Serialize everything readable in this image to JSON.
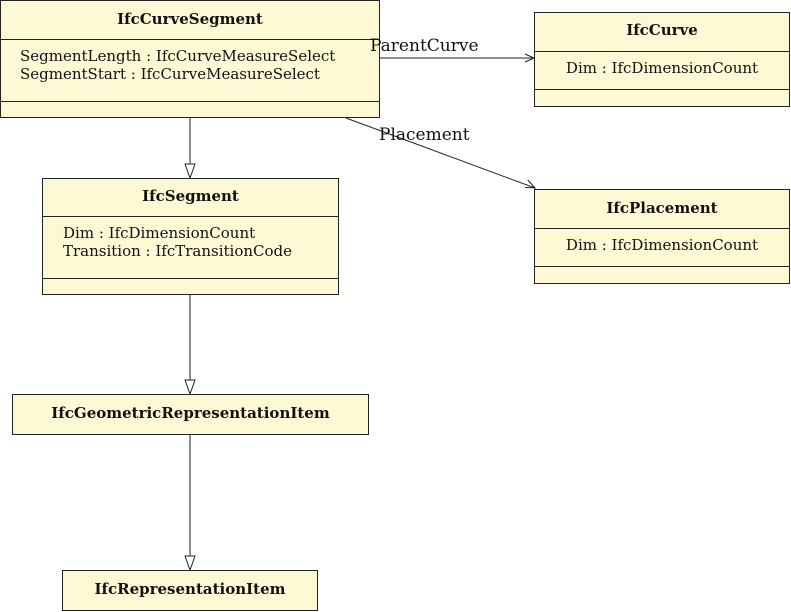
{
  "classes": {
    "curve_segment": {
      "name": "IfcCurveSegment",
      "attributes": [
        "SegmentLength : IfcCurveMeasureSelect",
        "SegmentStart : IfcCurveMeasureSelect"
      ]
    },
    "curve": {
      "name": "IfcCurve",
      "attributes": [
        "Dim : IfcDimensionCount"
      ]
    },
    "segment": {
      "name": "IfcSegment",
      "attributes": [
        "Dim : IfcDimensionCount",
        "Transition : IfcTransitionCode"
      ]
    },
    "placement": {
      "name": "IfcPlacement",
      "attributes": [
        "Dim : IfcDimensionCount"
      ]
    },
    "geometric_representation_item": {
      "name": "IfcGeometricRepresentationItem"
    },
    "representation_item": {
      "name": "IfcRepresentationItem"
    }
  },
  "edges": {
    "parent_curve": "ParentCurve",
    "placement": "Placement"
  },
  "colors": {
    "class_fill": "#fef9d5",
    "line": "#222222"
  }
}
